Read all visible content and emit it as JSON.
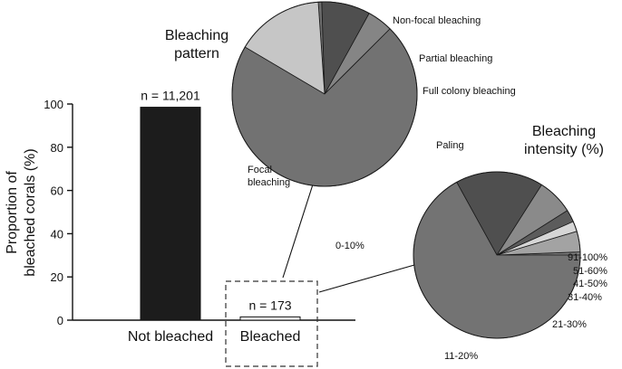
{
  "chart_data": [
    {
      "type": "bar",
      "categories": [
        "Not bleached",
        "Bleached"
      ],
      "values": [
        98.5,
        1.5
      ],
      "annotations": [
        "n = 11,201",
        "n = 173"
      ],
      "ylabel": "Proportion of bleached corals (%)",
      "ylabel_lines": [
        "Proportion of",
        "bleached corals (%)"
      ],
      "ylim": [
        0,
        100
      ],
      "yticks": [
        0,
        20,
        40,
        60,
        80,
        100
      ],
      "colors": [
        "#1c1c1c",
        "#ffffff"
      ],
      "grid": false
    },
    {
      "type": "pie",
      "title": "Bleaching pattern",
      "title_lines": [
        "Bleaching",
        "pattern"
      ],
      "labels": [
        "Non-focal bleaching",
        "Partial bleaching",
        "Full colony bleaching",
        "Paling",
        "Focal bleaching"
      ],
      "label_lines": [
        [
          "Non-focal bleaching"
        ],
        [
          "Partial bleaching"
        ],
        [
          "Full colony bleaching"
        ],
        [
          "Paling"
        ],
        [
          "Focal",
          "bleaching"
        ]
      ],
      "values": [
        4.5,
        8.5,
        0.6,
        15.4,
        71.0
      ],
      "colors": [
        "#858585",
        "#4f4f4f",
        "#6e6e6e",
        "#c6c6c6",
        "#727272"
      ]
    },
    {
      "type": "pie",
      "title": "Bleaching intensity (%)",
      "title_lines": [
        "Bleaching",
        "intensity (%)"
      ],
      "labels": [
        "91-100%",
        "51-60%",
        "41-50%",
        "31-40%",
        "21-30%",
        "11-20%",
        "0-10%"
      ],
      "label_lines": [
        [
          "91-100%"
        ],
        [
          "51-60%"
        ],
        [
          "41-50%"
        ],
        [
          "31-40%"
        ],
        [
          "21-30%"
        ],
        [
          "11-20%"
        ],
        [
          "0-10%"
        ]
      ],
      "values": [
        0.6,
        4.0,
        2.0,
        2.4,
        7.0,
        17.0,
        67.0
      ],
      "colors": [
        "#7d7d7d",
        "#a3a3a3",
        "#d6d6d6",
        "#5c5c5c",
        "#8a8a8a",
        "#4f4f4f",
        "#737373"
      ]
    }
  ]
}
